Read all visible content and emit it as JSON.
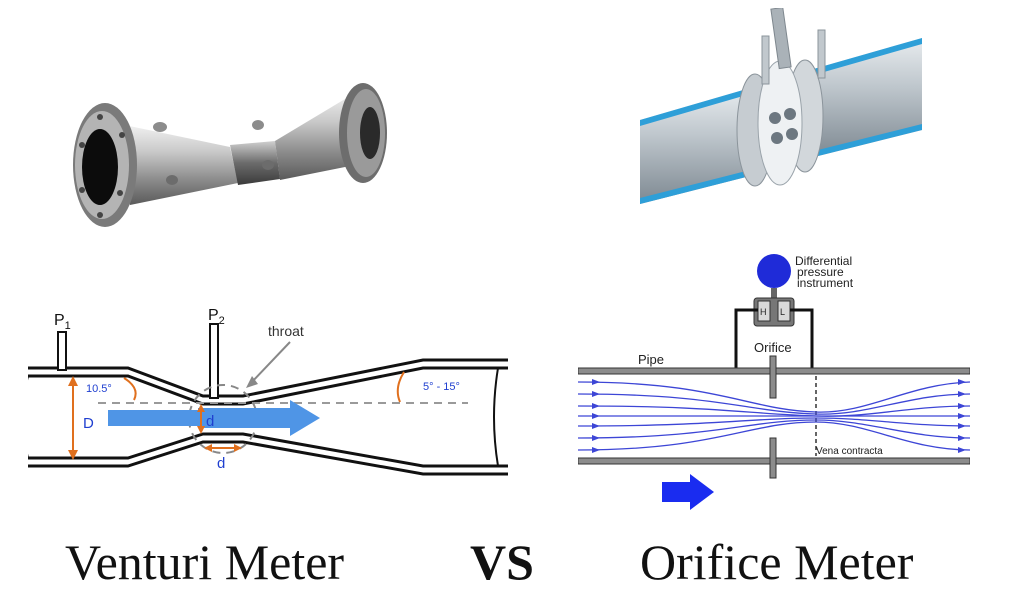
{
  "venturi": {
    "title": "Venturi Meter",
    "labels": {
      "p1": "P",
      "p1_sub": "1",
      "p2": "P",
      "p2_sub": "2",
      "throat": "throat",
      "inlet_angle": "10.5°",
      "outlet_angle": "5° - 15°",
      "inlet_diameter": "D",
      "throat_diameter": "d",
      "throat_diameter_below": "d"
    }
  },
  "vs": "VS",
  "orifice": {
    "title": "Orifice Meter",
    "labels": {
      "instrument_line1": "Differential",
      "instrument_line2": "pressure",
      "instrument_line3": "instrument",
      "high_port": "H",
      "low_port": "L",
      "orifice": "Orifice",
      "pipe": "Pipe",
      "vena_contracta": "Vena contracta"
    }
  },
  "colors": {
    "flow_arrow": "#4f95e6",
    "dimension": "#e0701e",
    "streamline": "#3d46d6",
    "instrument_ball": "#1f2bd8",
    "pipe_steel": "#b8c0c8",
    "pipe_edge": "#2e9fd8"
  }
}
